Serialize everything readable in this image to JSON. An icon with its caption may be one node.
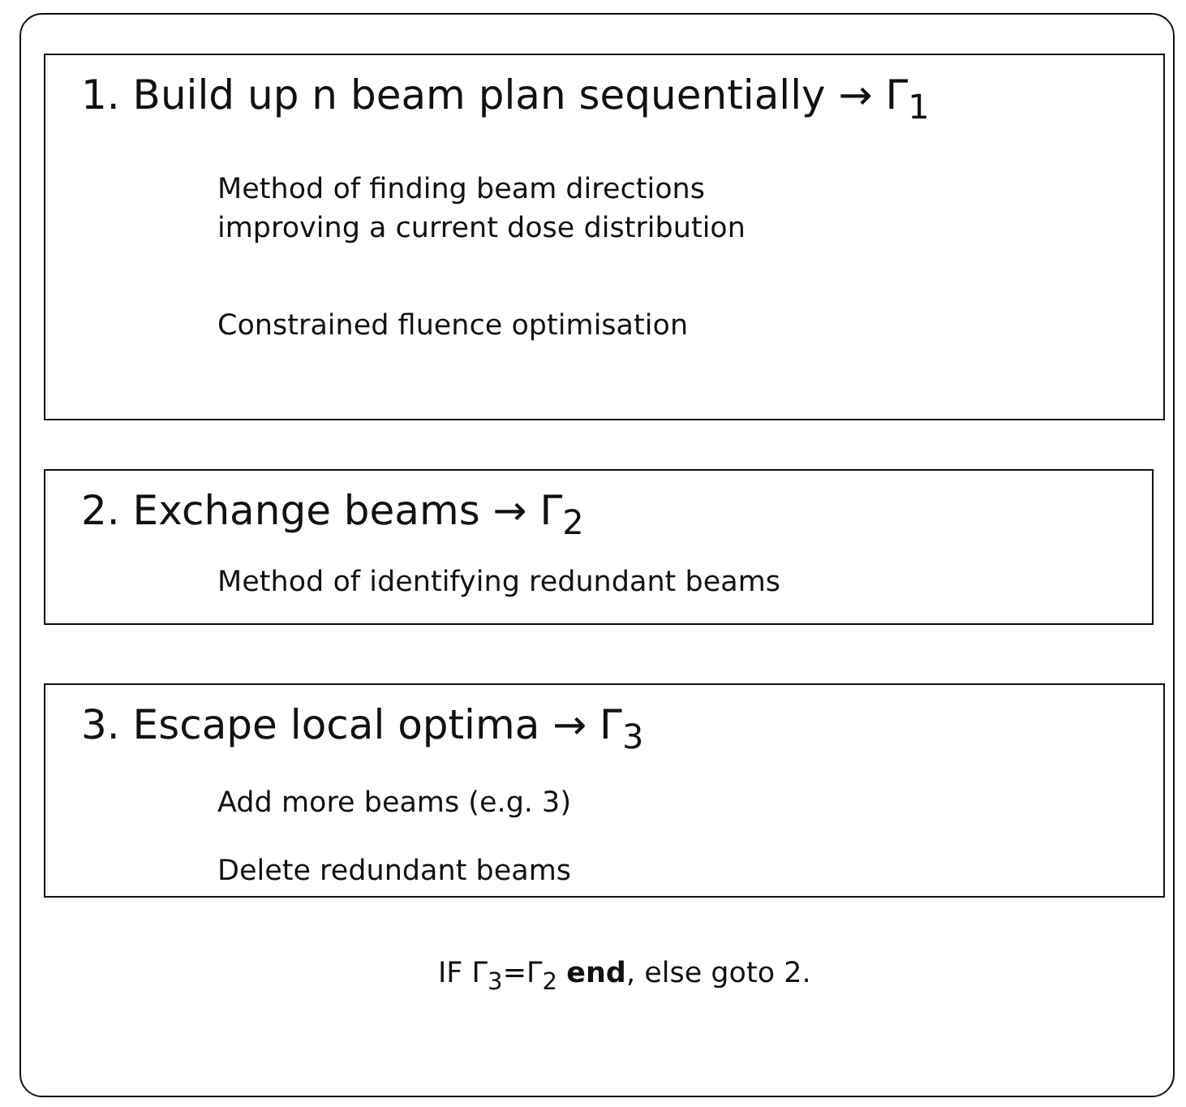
{
  "diagram": {
    "nodes": [
      {
        "text": [],
        "shape": "box"
      },
      {
        "text": [
          "1. Build up n beam plan sequentially → Γ$_{1}$",
          "Method of finding beam directions improving a current dose distribution",
          "Constrained fluence optimisation"
        ],
        "in": 0
      },
      {
        "text": [
          "2. Exchange beams → Γ$_{2}$",
          "Method of identifying redundant beams"
        ],
        "in": 0
      },
      {
        "text": [
          "3. Escape local optima → Γ$_{3}$",
          "Add more beams (e.g. 3)",
          "Delete redundant beams"
        ],
        "in": 0
      }
    ],
    "labels": [
      "IF Γ$_{3}$=Γ$_{2}$ **end**, else goto 2."
    ]
  }
}
